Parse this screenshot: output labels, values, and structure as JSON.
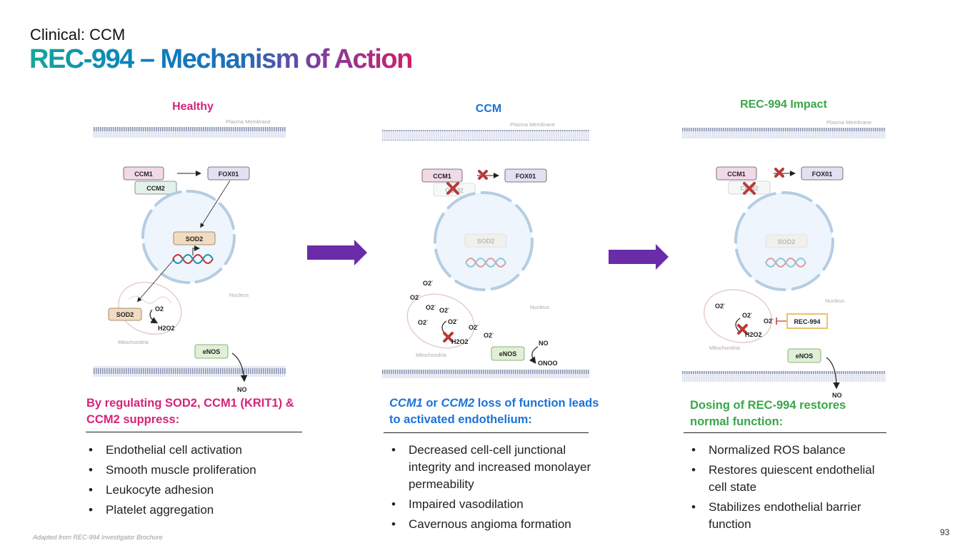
{
  "header": {
    "subtitle": "Clinical: CCM",
    "title": "REC-994 – Mechanism of Action"
  },
  "colors": {
    "healthy": "#d6237a",
    "ccm": "#1a73d9",
    "impact": "#3aa64a",
    "arrow": "#6a2ca8"
  },
  "panels": [
    {
      "heading": "Healthy",
      "diagram": {
        "membrane_label": "Plasma Membrane",
        "nucleus_label": "Nucleus",
        "mito_label": "Mitochondria",
        "ccm1": "CCM1",
        "ccm2": "CCM2",
        "fox01": "FOX01",
        "sod2_nuc": "SOD2",
        "sod2_mito": "SOD2",
        "o2": "O2",
        "h2o2": "H2O2",
        "enos": "eNOS",
        "no": "NO"
      },
      "caption": "By regulating SOD2, CCM1 (KRIT1) & CCM2 suppress:",
      "bullets": [
        "Endothelial cell activation",
        "Smooth muscle proliferation",
        "Leukocyte adhesion",
        "Platelet aggregation"
      ]
    },
    {
      "heading": "CCM",
      "diagram": {
        "membrane_label": "Plasma Membrane",
        "nucleus_label": "Nucleus",
        "mito_label": "Mitochondria",
        "ccm1": "CCM1",
        "ccm2": "CCM2",
        "fox01": "FOX01",
        "sod2_nuc": "SOD2",
        "o2": "O2",
        "h2o2": "H2O2",
        "enos": "eNOS",
        "no": "NO",
        "onoo": "ONOO"
      },
      "caption_italic_1": "CCM1",
      "caption_mid": " or ",
      "caption_italic_2": "CCM2",
      "caption_rest": " loss of function leads to activated endothelium:",
      "bullets": [
        "Decreased cell-cell junctional integrity and increased monolayer permeability",
        "Impaired vasodilation",
        "Cavernous angioma formation"
      ]
    },
    {
      "heading": "REC-994 Impact",
      "diagram": {
        "membrane_label": "Plasma Membrane",
        "nucleus_label": "Nucleus",
        "mito_label": "Mitochondria",
        "ccm1": "CCM1",
        "ccm2": "CCM2",
        "fox01": "FOX01",
        "sod2_nuc": "SOD2",
        "o2": "O2",
        "h2o2": "H2O2",
        "rec994": "REC-994",
        "enos": "eNOS",
        "no": "NO"
      },
      "caption": "Dosing of REC-994 restores normal function:",
      "bullets": [
        "Normalized ROS balance",
        "Restores quiescent endothelial cell state",
        "Stabilizes endothelial barrier function"
      ]
    }
  ],
  "footer": {
    "source": "Adapted from REC-994 Investigator Brochure",
    "page_number": "93"
  }
}
